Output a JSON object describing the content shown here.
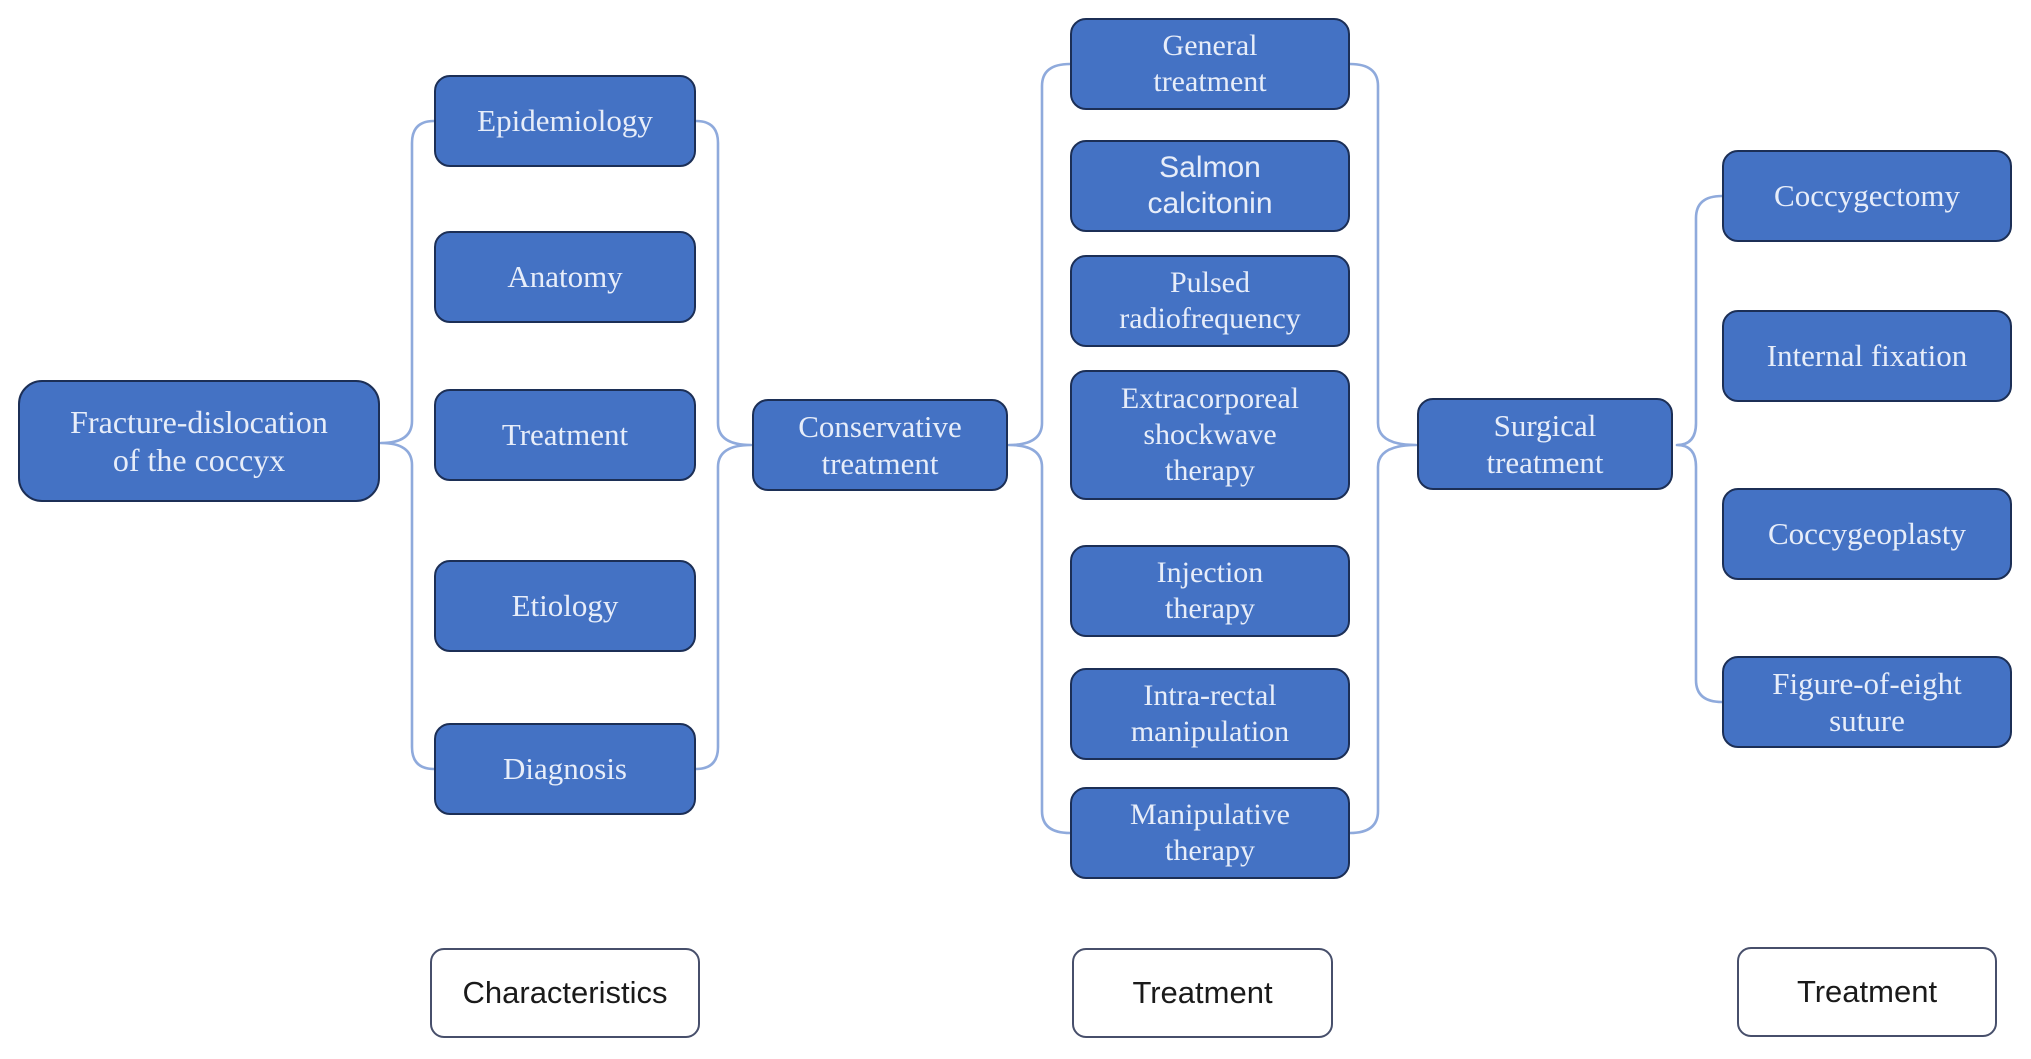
{
  "root": {
    "label": "Fracture-dislocation\nof the coccyx"
  },
  "characteristics": {
    "items": [
      {
        "label": "Epidemiology"
      },
      {
        "label": "Anatomy"
      },
      {
        "label": "Treatment"
      },
      {
        "label": "Etiology"
      },
      {
        "label": "Diagnosis"
      }
    ],
    "category": {
      "label": "Characteristics"
    }
  },
  "conservative": {
    "node": {
      "label": "Conservative\ntreatment"
    },
    "items": [
      {
        "label": "General\ntreatment"
      },
      {
        "label": "Salmon\ncalcitonin"
      },
      {
        "label": "Pulsed\nradiofrequency"
      },
      {
        "label": "Extracorporeal\nshockwave\ntherapy"
      },
      {
        "label": "Injection\ntherapy"
      },
      {
        "label": "Intra-rectal\nmanipulation"
      },
      {
        "label": "Manipulative\ntherapy"
      }
    ],
    "category": {
      "label": "Treatment"
    }
  },
  "surgical": {
    "node": {
      "label": "Surgical\ntreatment"
    },
    "items": [
      {
        "label": "Coccygectomy"
      },
      {
        "label": "Internal fixation"
      },
      {
        "label": "Coccygeoplasty"
      },
      {
        "label": "Figure-of-eight\nsuture"
      }
    ],
    "category": {
      "label": "Treatment"
    }
  },
  "colors": {
    "node_fill": "#4472C4",
    "node_border": "#1C2F56",
    "node_text": "#E7EDF9",
    "connector": "#8FAADC",
    "category_border": "#474F6B",
    "category_text": "#1A1A1A",
    "background": "#FFFFFF"
  }
}
